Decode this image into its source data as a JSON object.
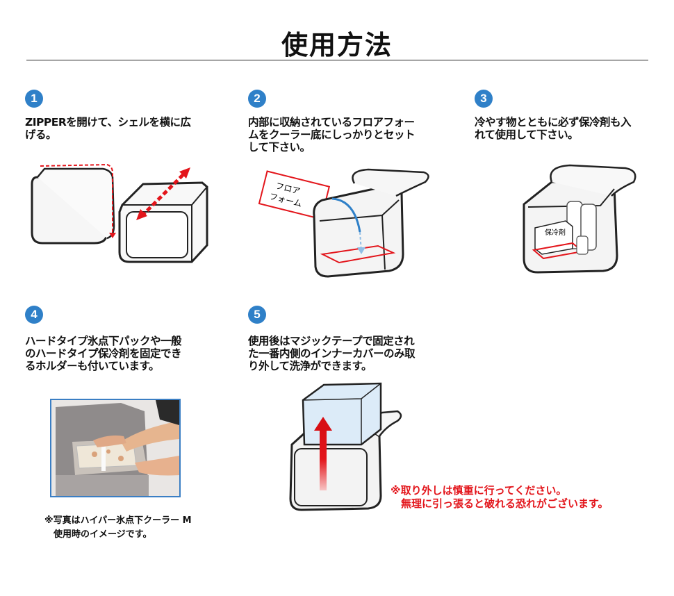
{
  "title": "使用方法",
  "steps": [
    {
      "num": "1",
      "text": "ZIPPERを開けて、シェルを横に広\nげる。"
    },
    {
      "num": "2",
      "text": "内部に収納されているフロアフォー\nムをクーラー底にしっかりとセット\nして下さい。"
    },
    {
      "num": "3",
      "text": "冷やす物とともに必ず保冷剤も入\nれて使用して下さい。"
    },
    {
      "num": "4",
      "text": "ハードタイプ氷点下パックや一般\nのハードタイプ保冷剤を固定でき\nるホルダーも付いています。"
    },
    {
      "num": "5",
      "text": "使用後はマジックテープで固定され\nた一番内側のインナーカバーのみ取\nり外して洗浄ができます。"
    }
  ],
  "illustrations": {
    "floor_form_label": "フロア\nフォーム",
    "cold_pack_label": "保冷剤"
  },
  "photo_note": "※写真はハイパー氷点下クーラー M\n　使用時のイメージです。",
  "warning": "※取り外しは慎重に行ってください。\n　無理に引っ張ると破れる恐れがございます。",
  "colors": {
    "step_badge": "#2f80c8",
    "warning": "#e3151b",
    "arrow": "#e3151b"
  }
}
